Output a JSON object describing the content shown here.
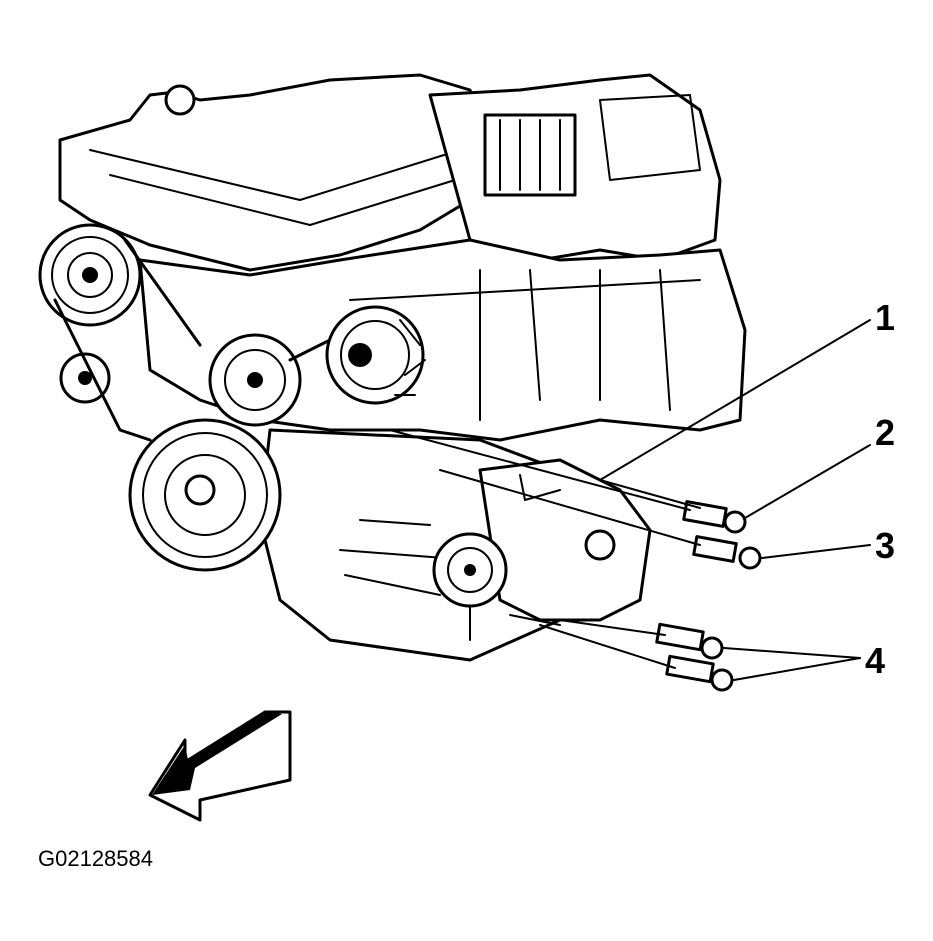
{
  "figure": {
    "id_label": "G02128584"
  },
  "callouts": [
    {
      "label": "1",
      "part": "compressor-mount-bolt"
    },
    {
      "label": "2",
      "part": "upper-bolt"
    },
    {
      "label": "3",
      "part": "middle-bolt"
    },
    {
      "label": "4",
      "part": "lower-bolts"
    }
  ],
  "icons": {
    "front_arrow": "front-direction-arrow-icon"
  }
}
